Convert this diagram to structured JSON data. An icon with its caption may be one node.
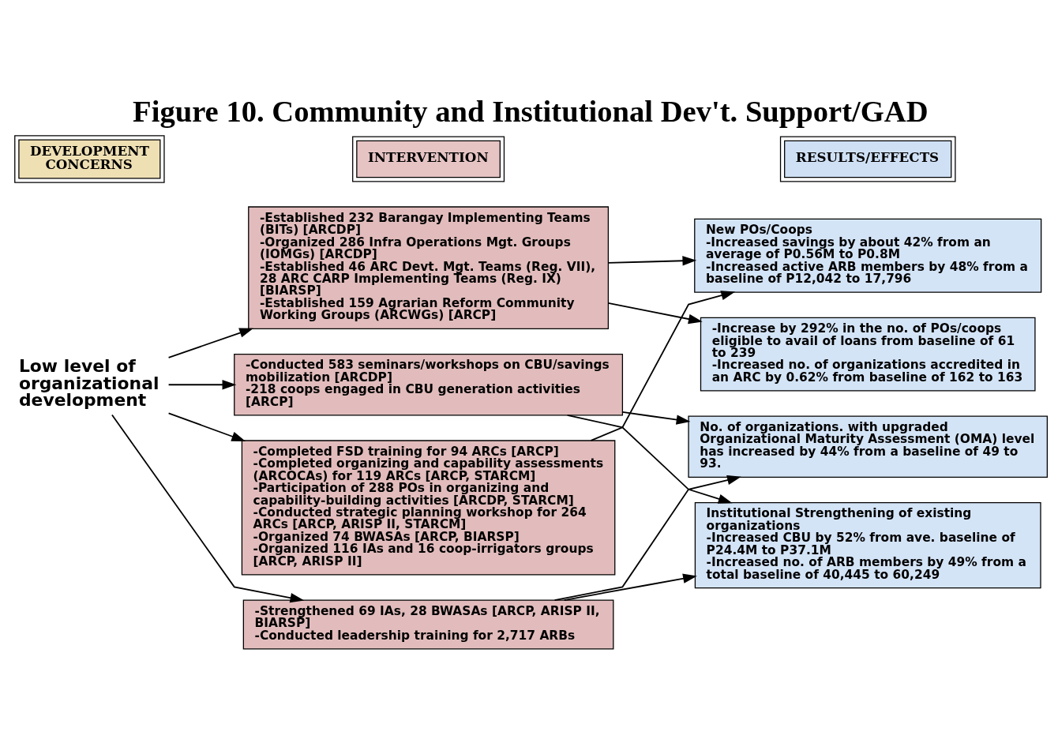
{
  "diagram": {
    "title": "Figure 10. Community and Institutional Dev't. Support/GAD",
    "nodes": [
      {
        "text": [
          "DEVELOPMENT CONCERNS"
        ]
      },
      {
        "text": [
          "INTERVENTION"
        ]
      },
      {
        "text": [
          "RESULTS/EFFECTS"
        ]
      },
      {
        "text": [
          "Low level of organizational development"
        ]
      },
      {
        "text": [
          "-Established 232 Barangay Implementing Teams (BITs) [ARCDP]",
          "-Organized 286 Infra Operations Mgt. Groups (IOMGs) [ARCDP]",
          "-Established 46 ARC Devt. Mgt. Teams (Reg. VII), 28 ARC CARP Implementing Teams (Reg. IX) [BIARSP]",
          "-Established 159 Agrarian Reform Community Working Groups (ARCWGs) [ARCP]"
        ]
      },
      {
        "text": [
          "-Conducted 583 seminars/workshops on CBU/savings mobilization [ARCDP]",
          "-218 coops engaged in CBU generation activities [ARCP]"
        ]
      },
      {
        "text": [
          "-Completed FSD training for 94 ARCs [ARCP]",
          "-Completed organizing and capability assessments (ARCOCAs) for 119 ARCs [ARCP, STARCM]",
          "-Participation of 288 POs in organizing and capability-building activities [ARCDP, STARCM]",
          "-Conducted strategic planning workshop for 264 ARCs [ARCP, ARISP II, STARCM]",
          "-Organized 74 BWASAs [ARCP, BIARSP]",
          "-Organized 116 IAs and 16 coop-irrigators groups [ARCP, ARISP II]"
        ]
      },
      {
        "text": [
          "-Strengthened 69 IAs, 28 BWASAs [ARCP, ARISP II, BIARSP]",
          "-Conducted leadership training for 2,717 ARBs"
        ]
      },
      {
        "text": [
          "New POs/Coops",
          "-Increased savings by about 42% from an average of P0.56M to P0.8M",
          "-Increased active ARB members by 48% from a baseline of P12,042 to 17,796"
        ]
      },
      {
        "text": [
          "-Increase by 292% in the no. of POs/coops eligible to avail of loans from baseline of 61 to 239",
          "-Increased no. of organizations accredited in an ARC by 0.62% from baseline of 162 to 163"
        ]
      },
      {
        "text": [
          "No. of organizations. with upgraded Organizational Maturity Assessment (OMA) level has increased by 44% from a baseline of 49 to 93."
        ]
      },
      {
        "text": [
          "Institutional Strengthening of existing organizations",
          "-Increased CBU by 52% from ave. baseline of P24.4M to P37.1M",
          "-Increased no. of ARB members by 49% from a total baseline of 40,445 to 60,249"
        ]
      }
    ],
    "edges": [
      {
        "from": 3,
        "to": 4,
        "arrow": "to"
      },
      {
        "from": 3,
        "to": 5,
        "arrow": "to"
      },
      {
        "from": 3,
        "to": 6,
        "arrow": "to"
      },
      {
        "from": 3,
        "to": 7,
        "arrow": "to"
      },
      {
        "from": 4,
        "to": 8,
        "arrow": "to"
      },
      {
        "from": 4,
        "to": 9,
        "arrow": "to"
      },
      {
        "from": 6,
        "to": 8,
        "arrow": "to"
      },
      {
        "from": 5,
        "to": 10,
        "arrow": "to"
      },
      {
        "from": 5,
        "to": 11,
        "arrow": "to"
      },
      {
        "from": 7,
        "to": 10,
        "arrow": "to"
      },
      {
        "from": 7,
        "to": 11,
        "arrow": "to"
      }
    ]
  }
}
